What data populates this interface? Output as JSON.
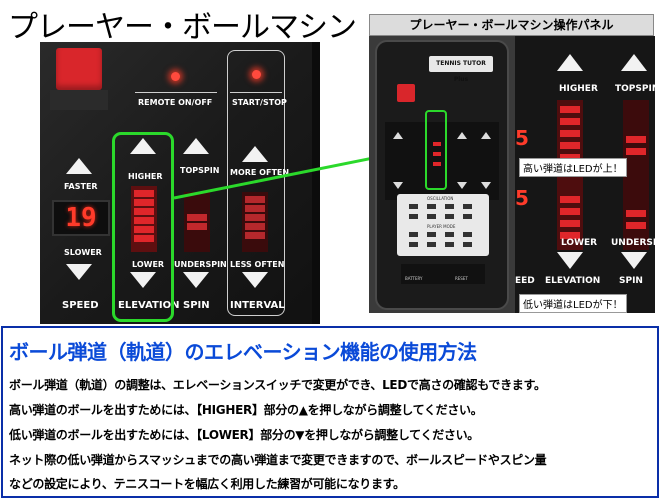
{
  "header": {
    "title": "プレーヤー・ボールマシン"
  },
  "machine_photo": {
    "remote_label": "REMOTE ON/OFF",
    "startstop_label": "START/STOP",
    "faster_label": "FASTER",
    "slower_label": "SLOWER",
    "speed_label": "SPEED",
    "speed_value": "19",
    "higher_label": "HIGHER",
    "lower_label": "LOWER",
    "elevation_label": "ELEVATION",
    "topspin_label": "TOPSPIN",
    "underspin_label": "UNDERSPIN",
    "spin_label": "SPIN",
    "more_often_label": "MORE OFTEN",
    "less_often_label": "LESS OFTEN",
    "interval_label": "INTERVAL"
  },
  "operation_panel": {
    "title": "プレーヤー・ボールマシン操作パネル",
    "logo_text": "TENNIS TUTOR Plus",
    "oscillation_label": "OSCILLATION",
    "player_mode_label": "PLAYER MODE",
    "battery_label": "BATTERY",
    "reset_label": "RESET"
  },
  "zoom": {
    "higher_label": "HIGHER",
    "topspin_label": "TOPSPIN",
    "lower_label": "LOWER",
    "underspin_label": "UNDERSPIN",
    "elevation_label": "ELEVATION",
    "spin_label": "SPIN",
    "partial_label": "EED",
    "caption_high": "高い弾道はLEDが上！",
    "caption_low": "低い弾道はLEDが下！"
  },
  "info": {
    "heading": "ボール弾道（軌道）のエレベーション機能の使用方法",
    "lines": [
      "ボール弾道（軌道）の調整は、エレベーションスイッチで変更ができ、LEDで高さの確認もできます。",
      "高い弾道のボールを出すためには、【HIGHER】部分の▲を押しながら調整してください。",
      "低い弾道のボールを出すためには、【LOWER】部分の▼を押しながら調整してください。",
      "ネット際の低い弾道からスマッシュまでの高い弾道まで変更できますので、ボールスピードやスピン量",
      "などの設定により、テニスコートを幅広く利用した練習が可能になります。"
    ]
  },
  "colors": {
    "heading_blue": "#0a4ad8",
    "box_border": "#0a2fa8",
    "highlight_green": "#2bd92b",
    "led_red": "#e0262a"
  }
}
